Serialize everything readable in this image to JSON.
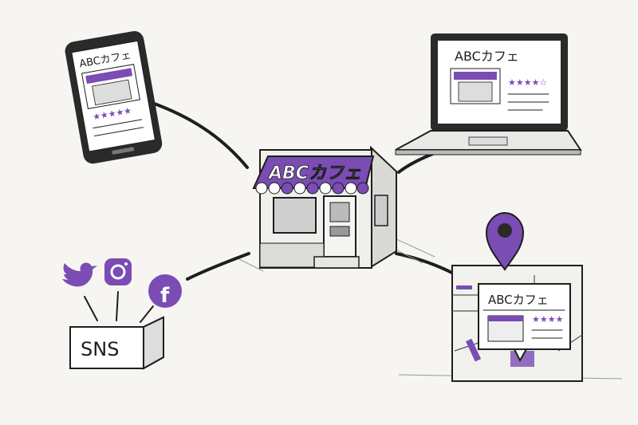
{
  "shop": {
    "sign": "ABCカフェ"
  },
  "phone": {
    "title": "ABCカフェ",
    "rating": 5,
    "stars": "★★★★★"
  },
  "laptop": {
    "title": "ABCカフェ",
    "rating": 4.5,
    "stars": "★★★★☆"
  },
  "map": {
    "title": "ABCカフェ",
    "rating": 4,
    "stars": "★★★★"
  },
  "sns": {
    "label": "SNS",
    "icons": [
      "twitter-icon",
      "instagram-icon",
      "facebook-icon"
    ]
  },
  "colors": {
    "accent": "#7a4cb4",
    "ink": "#1e1e1e",
    "paper": "#f6f5f1"
  }
}
